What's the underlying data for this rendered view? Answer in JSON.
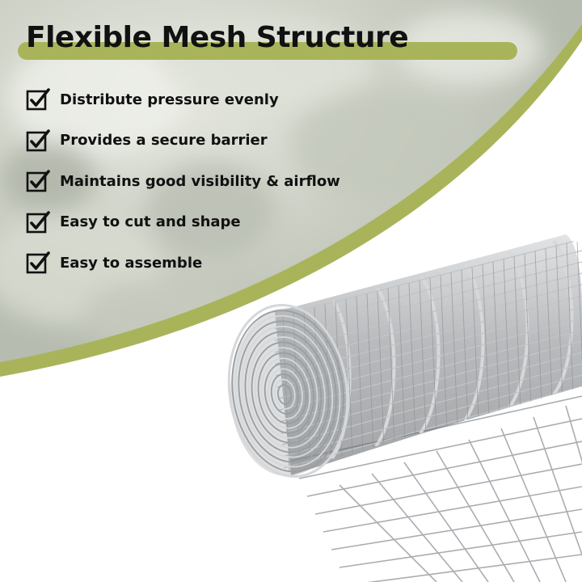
{
  "title": "Flexible Mesh Structure",
  "features": [
    {
      "label": "Distribute pressure evenly",
      "icon": "checkbox-checked-icon"
    },
    {
      "label": "Provides a secure barrier",
      "icon": "checkbox-checked-icon"
    },
    {
      "label": "Maintains good visibility & airflow",
      "icon": "checkbox-checked-icon"
    },
    {
      "label": "Easy to cut and shape",
      "icon": "checkbox-checked-icon"
    },
    {
      "label": "Easy to assemble",
      "icon": "checkbox-checked-icon"
    }
  ],
  "colors": {
    "accent": "#a9b45a",
    "text": "#111111",
    "background_photo": "#c9ccc2",
    "wire": "#a9adb1"
  },
  "product_image": "rolled-welded-wire-mesh-fence"
}
